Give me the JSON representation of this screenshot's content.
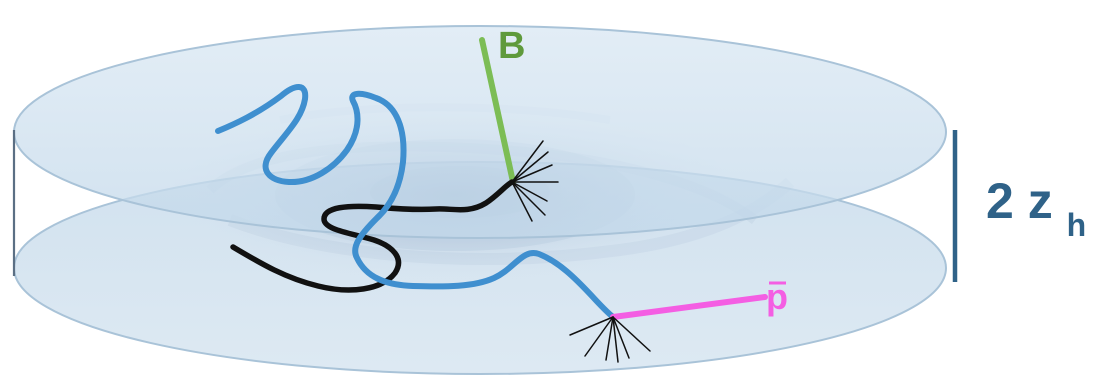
{
  "labels": {
    "magnetic_field": "B",
    "antiproton": "p",
    "halo_height_prefix": "2 z",
    "halo_height_subscript": "h"
  },
  "colors": {
    "disk_fill": "#c8daea",
    "disk_edge": "#a9c3d8",
    "galaxy_core": "#8fa9c8",
    "halo_bar": "#2f6288",
    "magnetic_field_line": "#7cbd55",
    "magnetic_field_label": "#5f9a3c",
    "blue_trajectory": "#3f8fcf",
    "black_trajectory": "#111111",
    "antiproton_track": "#f45ee3",
    "antiproton_label": "#f45ee3",
    "height_label": "#2f6288",
    "spray_lines": "#111111"
  },
  "icons": {
    "interaction_vertex_upper": "particle-spray-icon",
    "interaction_vertex_lower": "particle-spray-icon"
  }
}
